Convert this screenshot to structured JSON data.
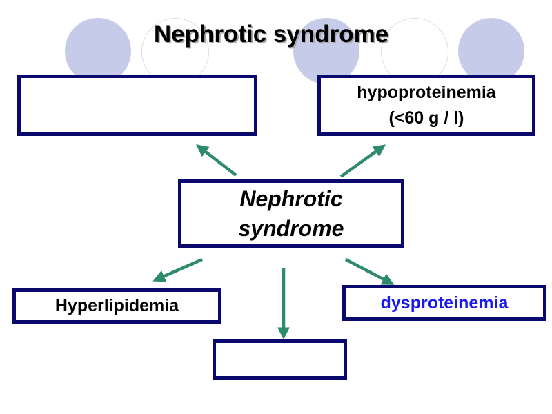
{
  "slide": {
    "title": "Nephrotic syndrome"
  },
  "diagram": {
    "center": {
      "line1": "Nephrotic",
      "line2": "syndrome"
    },
    "top_left": {
      "label": ""
    },
    "top_right": {
      "line1": "hypoproteinemia",
      "line2": "(<60 g / l)"
    },
    "left": {
      "label": "Hyperlipidemia"
    },
    "right": {
      "label": "dysproteinemia"
    },
    "bottom": {
      "label": ""
    }
  },
  "colors": {
    "box_border": "#0a0a6e",
    "arrow": "#2e8b6a",
    "highlight_text": "#1a1aee",
    "decor_circle": "#c5cbe8"
  }
}
